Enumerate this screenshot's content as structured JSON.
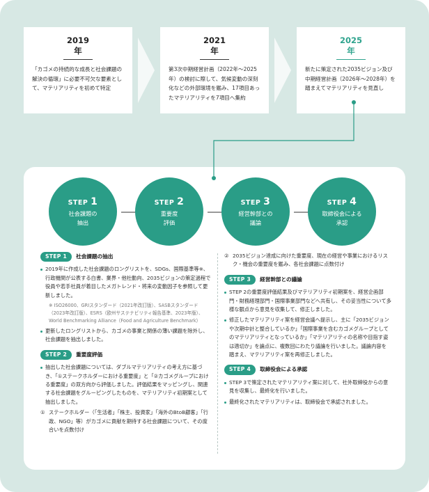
{
  "timeline": [
    {
      "year": "2019年",
      "desc": "「カゴメの持続的な成長と社会課題の解決の循環」に必要不可欠な要素として、マテリアリティを初めて特定"
    },
    {
      "year": "2021年",
      "desc": "第3次中期経営計画（2022年〜2025年）の検討に際して、気候変動の深刻化などの外部環境を鑑み、17項目あったマテリアリティを7項目へ集約"
    },
    {
      "year": "2025年",
      "desc": "新たに策定された2035ビジョン及び中期経営計画（2026年〜2028年）を踏まえてマテリアリティを見直し"
    }
  ],
  "steps": [
    {
      "label": "STEP",
      "num": "1",
      "title_l1": "社会課題の",
      "title_l2": "抽出"
    },
    {
      "label": "STEP",
      "num": "2",
      "title_l1": "重要度",
      "title_l2": "評価"
    },
    {
      "label": "STEP",
      "num": "3",
      "title_l1": "経営幹部との",
      "title_l2": "議論"
    },
    {
      "label": "STEP",
      "num": "4",
      "title_l1": "取締役会による",
      "title_l2": "承認"
    }
  ],
  "details": {
    "step1": {
      "pill": "STEP 1",
      "title": "社会課題の抽出",
      "b1": "2019年に作成した社会課題のロングリストを、SDGs、国際基準等※、行政機関が公表する白書、業界・他社動向、2035ビジョンの策定過程で役員や若手社員が着目したメガトレンド・将来の変動因子を参照して更新しました。",
      "note": "※ ISO26000、GRIスタンダード（2021年改訂版）、SASBスタンダード（2023年改訂版）、ESRS（欧州サステナビリティ報告基準、2023年版）、World Benchmarking Alliance（Food and Agriculture Benchmark）",
      "b2": "更新したロングリストから、カゴメの事業と関係の薄い課題を除外し、社会課題を抽出しました。"
    },
    "step2": {
      "pill": "STEP 2",
      "title": "重要度評価",
      "b1": "抽出した社会課題については、ダブルマテリアリティの考え方に基づき、「①ステークホルダーにおける重要度」と「②カゴメグループにおける重要度」の双方向から評価しました。評価結果をマッピングし、関連する社会課題をグルーピングしたものを、マテリアリティ初期案として抽出しました。",
      "n1_mark": "①",
      "n1": "ステークホルダー（「生活者」「株主、投資家」「海外のBtoB顧客」「行政、NGO」等）がカゴメに貢献を期待する社会課題について、その度合いを点数付け",
      "n2_mark": "②",
      "n2": "2035ビジョン達成に向けた重要度、現在の経営や事業におけるリスク・機会の重要度を鑑み、各社会課題に点数付け"
    },
    "step3": {
      "pill": "STEP 3",
      "title": "経営幹部との議論",
      "b1": "STEP 2の重要度評価結果及びマテリアリティ初期案を、経営企画部門・財務経理部門・国際事業部門などへ共有し、その妥当性について多様な観点から意見を収集して、修正しました。",
      "b2": "修正したマテリアリティ案を経営会議へ提示し、主に「2035ビジョンや次期中計と整合しているか」「国際事業を含むカゴメグループとしてのマテリアリティとなっているか」「マテリアリティの名称や目指す姿は適切か」を論点に、複数回にわたり議論を行いました。議論内容を踏まえ、マテリアリティ案を再修正しました。"
    },
    "step4": {
      "pill": "STEP 4",
      "title": "取締役会による承認",
      "b1": "STEP 3で策定されたマテリアリティ案に対して、社外取締役からの意見を収集し、最終化を行いました。",
      "b2": "最終化されたマテリアリティは、取締役会で承認されました。"
    }
  },
  "colors": {
    "accent": "#2a9d87",
    "background": "#d7e8e4",
    "highlight_year": "#2ea38d"
  }
}
